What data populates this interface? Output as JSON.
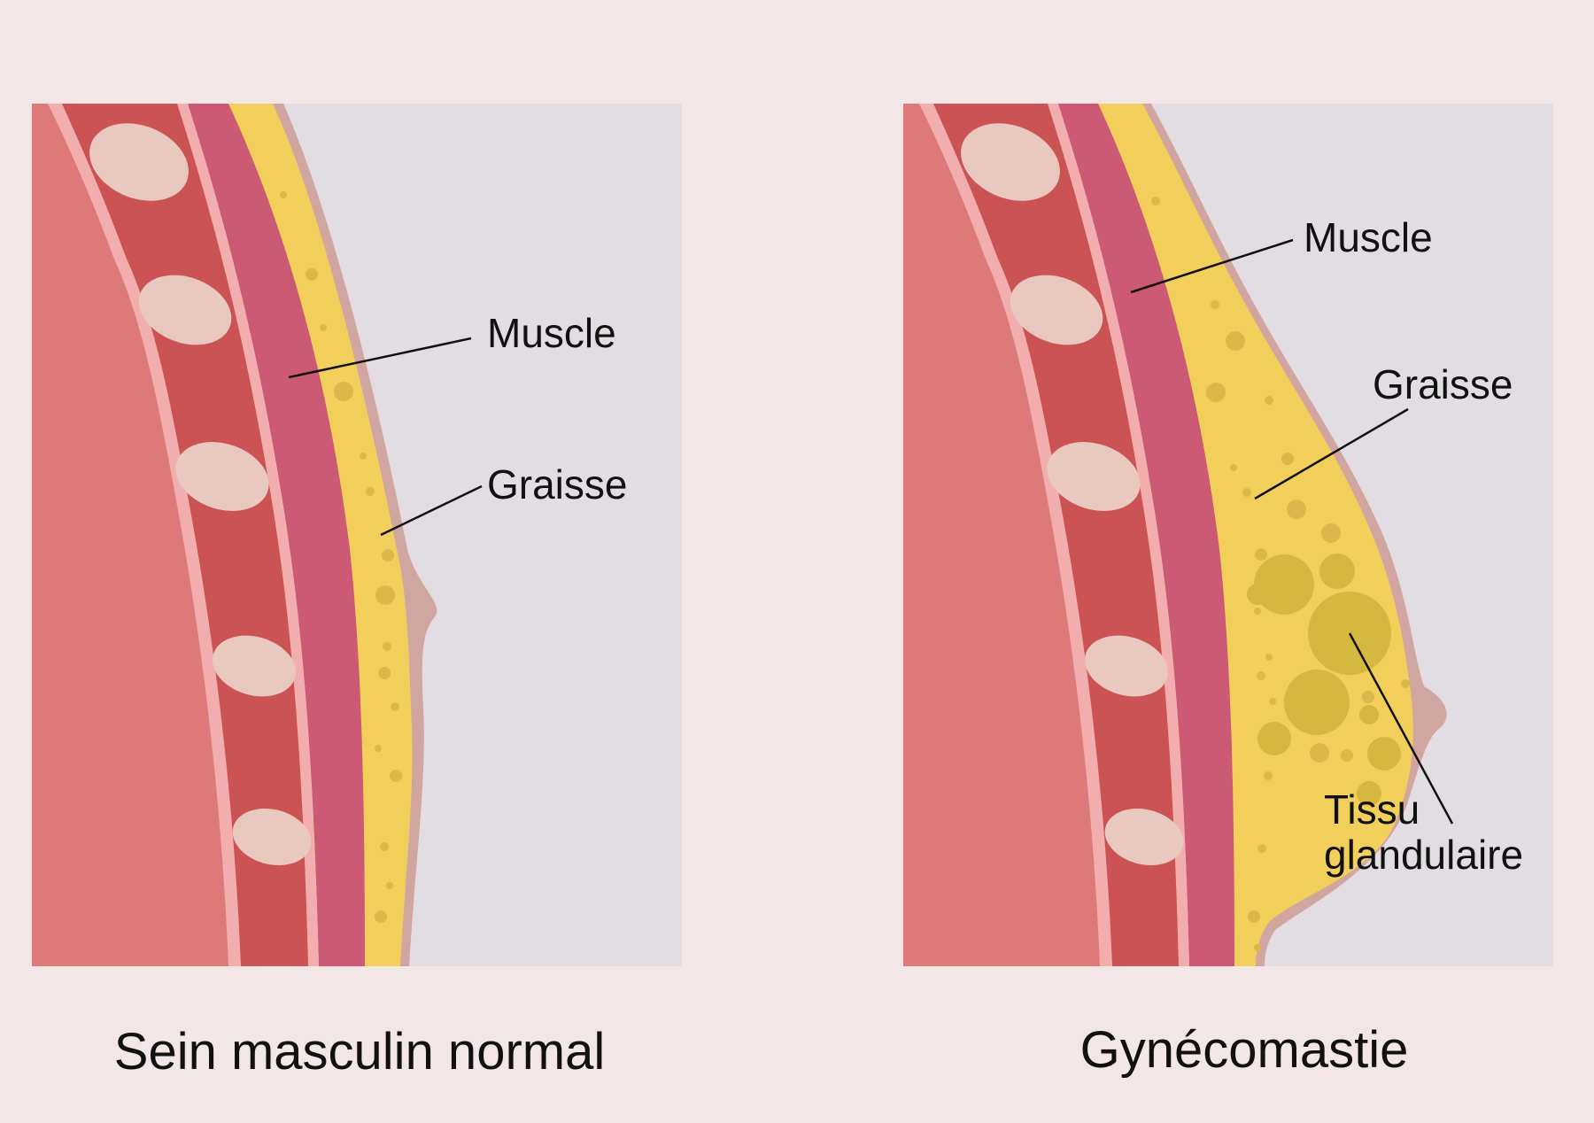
{
  "colors": {
    "background": "#f2e6e6",
    "panel_bg": "#e2dde2",
    "body_interior": "#dd7a77",
    "rib_band": "#cc5353",
    "rib_bone": "#e9c8bf",
    "pleura_line": "#f2aeae",
    "muscle": "#cc5a74",
    "fat": "#f2cf5b",
    "fat_dots": "#dcb84a",
    "glandular": "#d6b740",
    "skin_outline": "#d2a6a0"
  },
  "panels": [
    {
      "id": "normal",
      "labels": {
        "muscle": "Muscle",
        "fat": "Graisse"
      },
      "caption": "Sein masculin normal"
    },
    {
      "id": "gynecomastia",
      "labels": {
        "muscle": "Muscle",
        "fat": "Graisse",
        "gland_line1": "Tissu",
        "gland_line2": "glandulaire"
      },
      "caption": "Gynécomastie"
    }
  ]
}
